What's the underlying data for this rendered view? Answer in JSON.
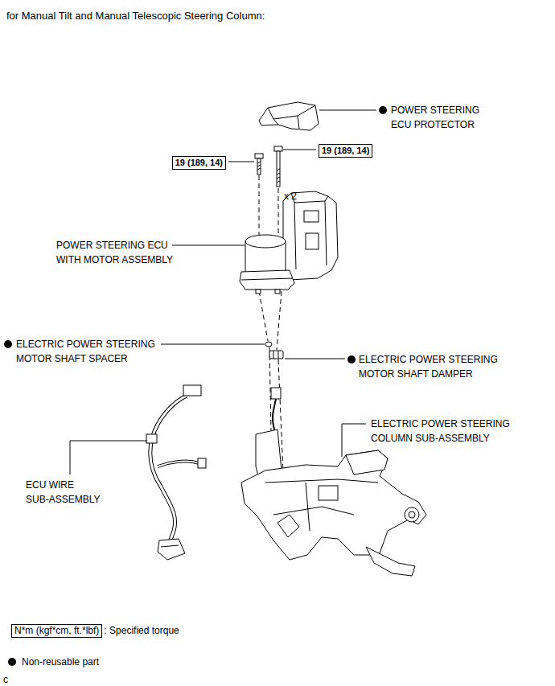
{
  "diagram": {
    "title": "for Manual Tilt and Manual Telescopic Steering Column:",
    "nodes": [
      {
        "text": [
          "19 (189, 14)"
        ]
      },
      {
        "text": [
          "19 (189, 14)"
        ]
      },
      {
        "text": [
          "N*m (kgf*cm, ft.*lbf)"
        ]
      }
    ],
    "labels": [
      "POWER STEERING ECU PROTECTOR",
      "x 2",
      "POWER STEERING ECU WITH MOTOR ASSEMBLY",
      "ELECTRIC POWER STEERING MOTOR SHAFT SPACER",
      "ELECTRIC POWER STEERING MOTOR SHAFT DAMPER",
      "ELECTRIC POWER STEERING COLUMN SUB-ASSEMBLY",
      "ECU WIRE SUB-ASSEMBLY",
      ": Specified torque",
      "c"
    ],
    "legend": [
      {
        "text": "Non-reusable part"
      }
    ]
  }
}
